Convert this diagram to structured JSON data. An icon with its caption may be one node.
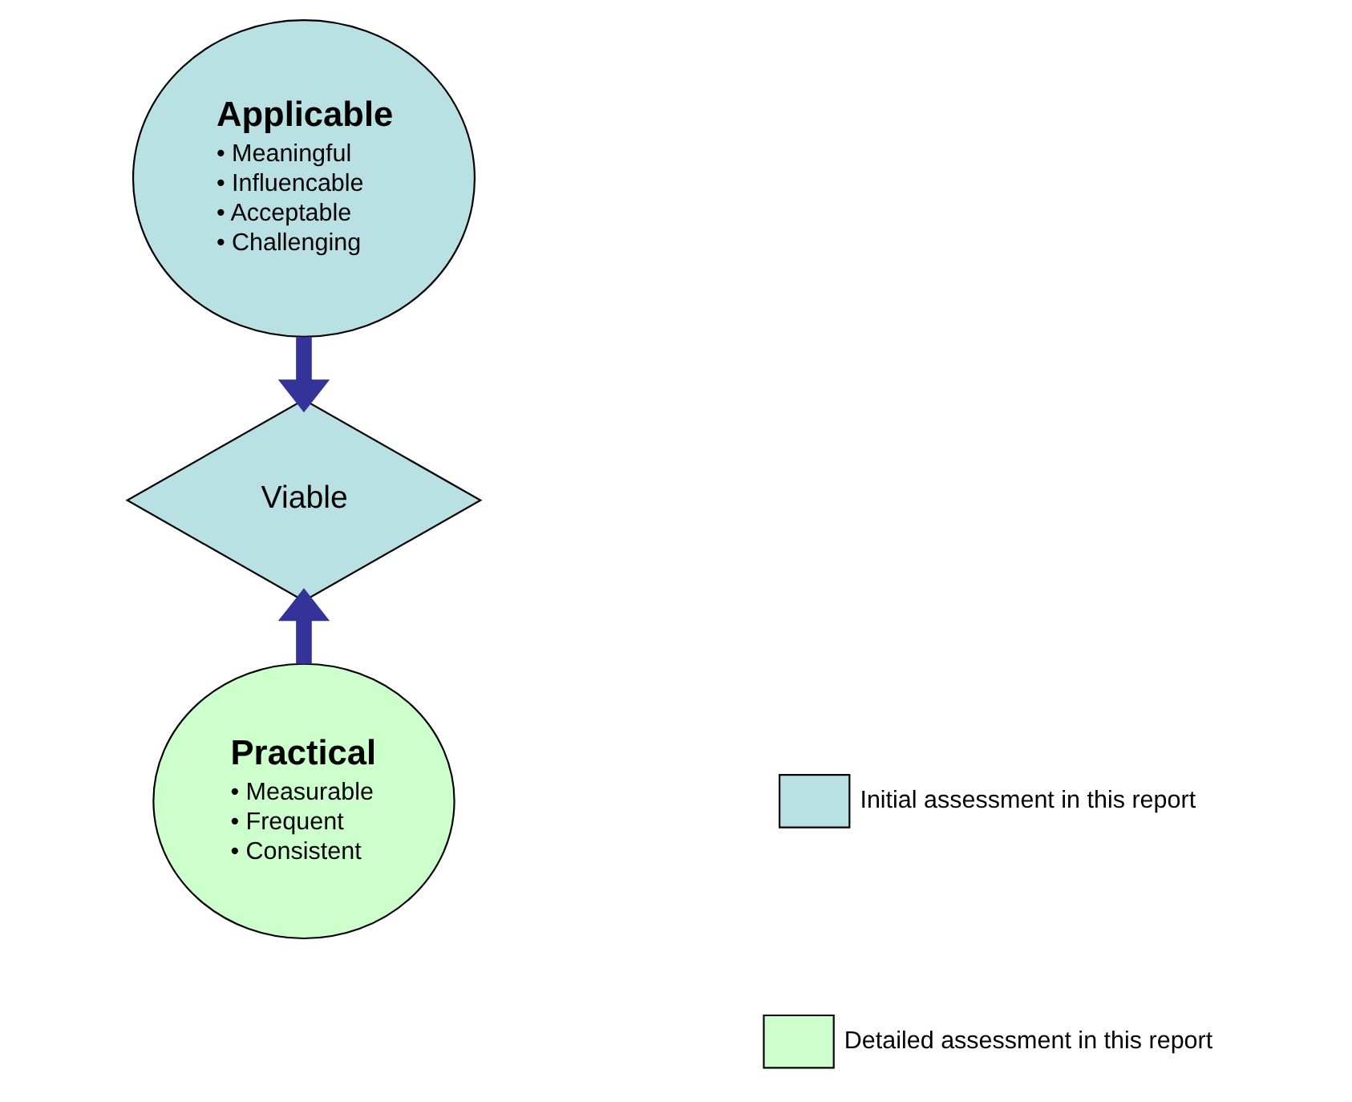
{
  "diagram": {
    "nodes": [
      {
        "text": [
          "Applicable",
          "• Meaningful",
          "• Influencable",
          "• Acceptable",
          "• Challenging"
        ]
      },
      {
        "text": [
          "Viable"
        ]
      },
      {
        "text": [
          "Practical",
          "• Measurable",
          "• Frequent",
          "• Consistent"
        ]
      }
    ],
    "edges": [
      {
        "from": 0,
        "to": 1,
        "arrow": "to",
        "color": "#333399"
      },
      {
        "from": 2,
        "to": 1,
        "arrow": "to",
        "color": "#333399"
      }
    ],
    "legend": [
      {
        "text": "Initial assessment in this report",
        "color": "#b9e0e3"
      },
      {
        "text": "Detailed assessment in this report",
        "color": "#ccffcc"
      }
    ]
  }
}
